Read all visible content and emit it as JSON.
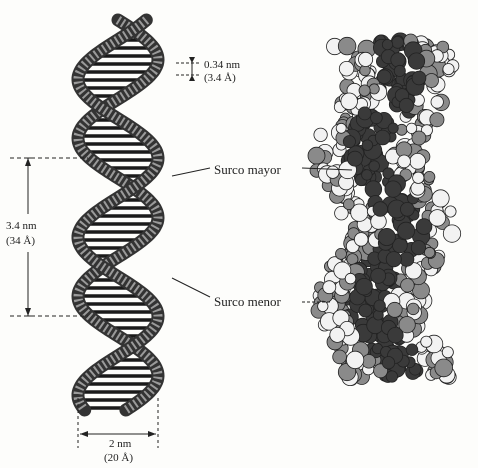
{
  "labels": {
    "rise_nm": "0.34 nm",
    "rise_angstrom": "(3.4 Å)",
    "pitch_nm": "3.4 nm",
    "pitch_angstrom": "(34 Å)",
    "major_groove": "Surco mayor",
    "minor_groove": "Surco menor",
    "width_nm": "2 nm",
    "width_angstrom": "(20 Å)"
  },
  "colors": {
    "ink": "#222222",
    "backbone": "#9a9a9a",
    "backbone_edge": "#333333",
    "base_pair": "#1a1a1a",
    "atom_dark": "#3a3a3a",
    "atom_mid": "#8a8a8a",
    "atom_light": "#f2f2f2"
  },
  "icons": {
    "ribbon_model": "dna-double-helix-ribbon-icon",
    "space_filling_model": "dna-space-filling-model-icon"
  }
}
